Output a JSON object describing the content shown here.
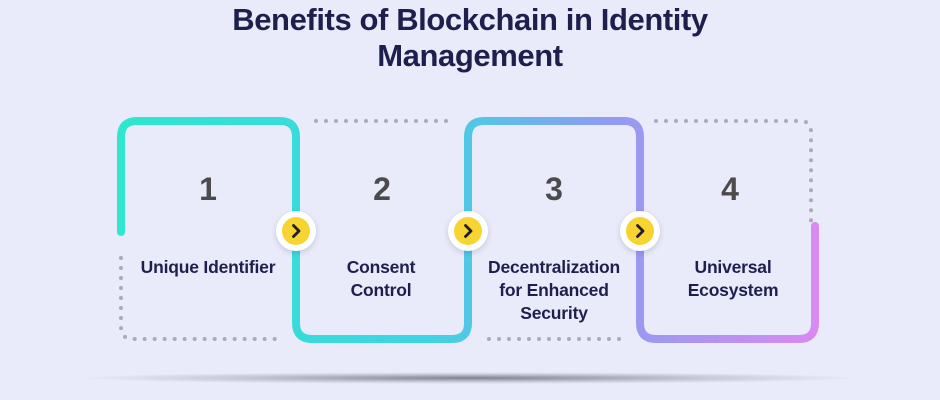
{
  "title": {
    "line1": "Benefits of Blockchain in Identity",
    "line2": "Management"
  },
  "steps": [
    {
      "number": "1",
      "label": "Unique Identifier"
    },
    {
      "number": "2",
      "label": "Consent\nControl"
    },
    {
      "number": "3",
      "label": "Decentralization\nfor Enhanced\nSecurity"
    },
    {
      "number": "4",
      "label": "Universal\nEcosystem"
    }
  ],
  "icons": {
    "arrow": "chevron-right-icon"
  },
  "colors": {
    "background": "#e9ebfa",
    "title": "#1f1f4e",
    "number": "#4b4b4b",
    "dots": "#a9abb5",
    "arrow_fill": "#f7d431",
    "gradient": [
      "#2fe6cf",
      "#5cb6ea",
      "#8f9cf0",
      "#d78af2"
    ]
  }
}
